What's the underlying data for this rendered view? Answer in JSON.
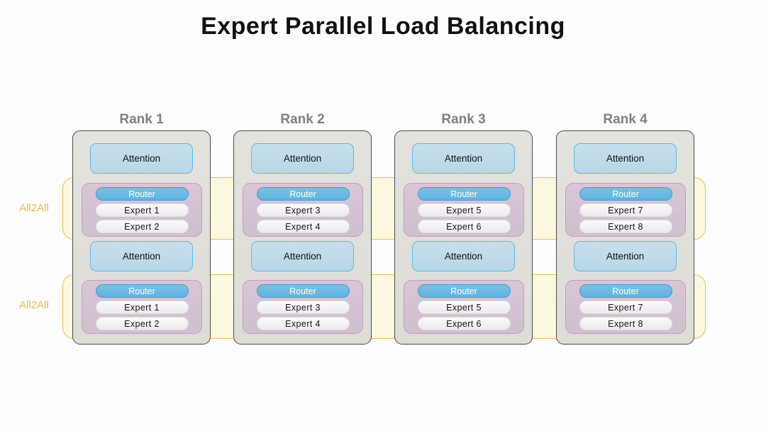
{
  "title": "Expert Parallel Load Balancing",
  "colors": {
    "title_text": "#111111",
    "rank_label": "#808080",
    "all2all_text": "#e8bc4a",
    "all2all_band_fill": "#fcf8e0",
    "all2all_band_border": "#e3bf55",
    "rank_box_fill": "#e1dfda",
    "rank_box_border": "#4a4a4a",
    "attention_fill": "#c0dbe9",
    "attention_border": "#56bbe9",
    "moe_fill": "#d4c2d3",
    "moe_border": "#c49cc4",
    "router_fill": "#6eb9e0",
    "router_text": "#ffffff",
    "expert_fill": "#f4f2f4",
    "expert_text": "#151515"
  },
  "all2all_bands": [
    {
      "label": "All2All"
    },
    {
      "label": "All2All"
    }
  ],
  "ranks": [
    {
      "label": "Rank 1",
      "layers": [
        {
          "attention": "Attention"
        },
        {
          "router": "Router",
          "experts": [
            "Expert 1",
            "Expert 2"
          ]
        },
        {
          "attention": "Attention"
        },
        {
          "router": "Router",
          "experts": [
            "Expert 1",
            "Expert 2"
          ]
        }
      ]
    },
    {
      "label": "Rank 2",
      "layers": [
        {
          "attention": "Attention"
        },
        {
          "router": "Router",
          "experts": [
            "Expert 3",
            "Expert 4"
          ]
        },
        {
          "attention": "Attention"
        },
        {
          "router": "Router",
          "experts": [
            "Expert 3",
            "Expert 4"
          ]
        }
      ]
    },
    {
      "label": "Rank 3",
      "layers": [
        {
          "attention": "Attention"
        },
        {
          "router": "Router",
          "experts": [
            "Expert 5",
            "Expert 6"
          ]
        },
        {
          "attention": "Attention"
        },
        {
          "router": "Router",
          "experts": [
            "Expert 5",
            "Expert 6"
          ]
        }
      ]
    },
    {
      "label": "Rank 4",
      "layers": [
        {
          "attention": "Attention"
        },
        {
          "router": "Router",
          "experts": [
            "Expert 7",
            "Expert 8"
          ]
        },
        {
          "attention": "Attention"
        },
        {
          "router": "Router",
          "experts": [
            "Expert 7",
            "Expert 8"
          ]
        }
      ]
    }
  ]
}
